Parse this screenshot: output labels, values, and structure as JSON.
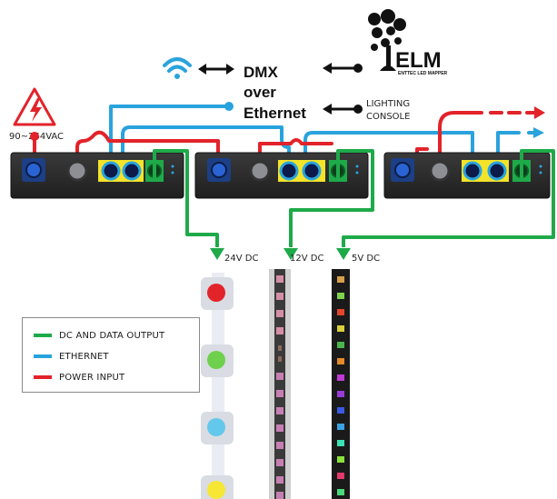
{
  "header": {
    "dmx_line1": "DMX",
    "dmx_line2": "over",
    "dmx_line3": "Ethernet",
    "lighting_console_line1": "LIGHTING",
    "lighting_console_line2": "CONSOLE"
  },
  "elm_logo": {
    "wordmark": "ELM",
    "tagline": "ENTTEC LED MAPPER"
  },
  "power": {
    "voltage_label": "90~264VAC"
  },
  "outputs": {
    "strip_24v": "24V DC",
    "strip_12v": "12V DC",
    "strip_5v": "5V DC"
  },
  "legend": {
    "items": [
      {
        "label": "DC AND DATA OUTPUT",
        "color": "#1faa4a"
      },
      {
        "label": "ETHERNET",
        "color": "#29a3dd"
      },
      {
        "label": "POWER INPUT",
        "color": "#e2232a"
      }
    ]
  },
  "colors": {
    "dc_data": "#1faa4a",
    "ethernet": "#29a3dd",
    "power": "#e2232a",
    "device_body": "#2b2b2b",
    "connector_yellow": "#f3e32a"
  },
  "icons": [
    "wifi-icon",
    "bidirectional-arrow-icon",
    "left-arrow-icon",
    "high-voltage-warning-icon",
    "elm-tree-logo-icon"
  ]
}
